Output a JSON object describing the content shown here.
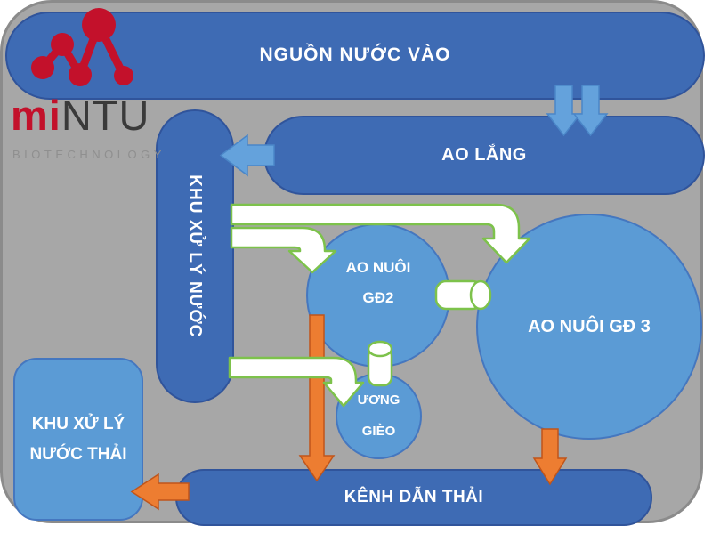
{
  "logo": {
    "brand_part1": "mi",
    "brand_part2": "NTU",
    "subtitle": "BIOTECHNOLOGY"
  },
  "diagram": {
    "nodes": {
      "source": {
        "label": "NGUỒN NƯỚC VÀO"
      },
      "settling_pond": {
        "label": "AO LẮNG"
      },
      "water_treatment": {
        "label": "KHU XỬ LÝ NƯỚC"
      },
      "grow_pond_2": {
        "line1": "AO NUÔI",
        "line2": "GĐ2"
      },
      "grow_pond_3": {
        "label": "AO NUÔI GĐ 3"
      },
      "nursery": {
        "line1": "ƯƠNG",
        "line2": "GIÈO"
      },
      "wastewater_treatment": {
        "line1": "KHU XỬ LÝ",
        "line2": "NƯỚC THẢI"
      },
      "drain_channel": {
        "label": "KÊNH DẪN THẢI"
      }
    },
    "connections": [
      {
        "from": "source",
        "to": "settling_pond",
        "style": "double-blue-arrow-down"
      },
      {
        "from": "settling_pond",
        "to": "water_treatment",
        "style": "blue-arrow-left"
      },
      {
        "from": "water_treatment",
        "to": "grow_pond_3",
        "style": "white-green-pipe-arrow"
      },
      {
        "from": "water_treatment",
        "to": "grow_pond_2",
        "style": "white-green-pipe-arrow"
      },
      {
        "from": "water_treatment",
        "to": "nursery",
        "style": "white-green-pipe-arrow"
      },
      {
        "from": "grow_pond_2",
        "to": "grow_pond_3",
        "style": "white-cylinder-pipe"
      },
      {
        "from": "grow_pond_2",
        "to": "nursery",
        "style": "white-cylinder-pipe"
      },
      {
        "from": "grow_pond_2",
        "to": "drain_channel",
        "style": "orange-arrow-down"
      },
      {
        "from": "grow_pond_3",
        "to": "drain_channel",
        "style": "orange-arrow-down"
      },
      {
        "from": "drain_channel",
        "to": "wastewater_treatment",
        "style": "orange-arrow-left"
      }
    ]
  },
  "colors": {
    "c-bg-panel": "#a7a7a7",
    "c-panel-border": "#8b8b8b",
    "c-darkblue": "#3e6bb4",
    "c-darkblue-border": "#30549b",
    "c-lightblue": "#5b9bd5",
    "c-lightblue-border": "#4577bf",
    "c-arrow-blue": "#64a2dc",
    "c-arrow-blue-border": "#4a86c8",
    "c-orange": "#ed7d31",
    "c-orange-border": "#c0551a",
    "c-green": "#7dc24b",
    "c-logo-red": "#c3112b",
    "c-logo-dark": "#3a3a3a",
    "c-logo-gray": "#8f8f8f"
  }
}
